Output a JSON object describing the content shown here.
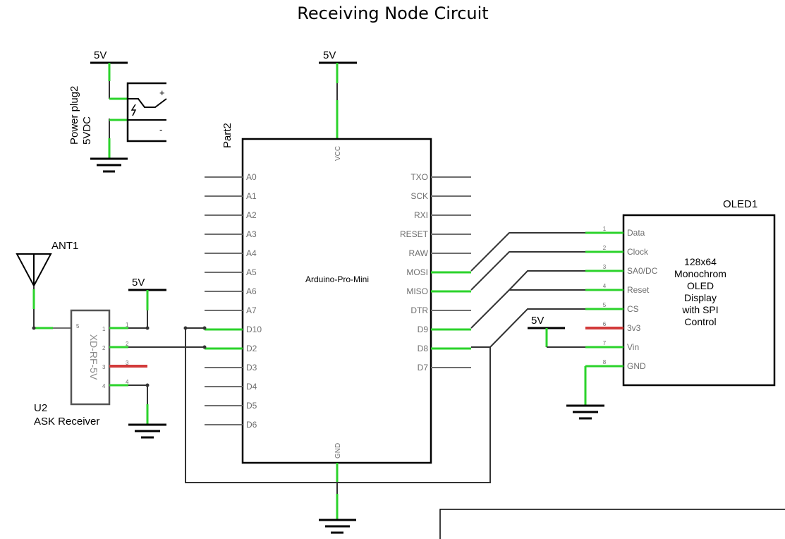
{
  "title": "Receiving Node Circuit",
  "colors": {
    "wire": "#333333",
    "pin": "#6e6e6e",
    "connected": "#2bd32b",
    "unconnected": "#d23a3a",
    "outline": "#000000"
  },
  "supply": {
    "five_volt": "5V"
  },
  "power_plug": {
    "name": "Power plug2",
    "value": "5VDC",
    "plus": "+",
    "minus": "-"
  },
  "arduino": {
    "name": "Part2",
    "value": "Arduino-Pro-Mini",
    "vcc": "VCC",
    "gnd": "GND",
    "left_pins": [
      "A0",
      "A1",
      "A2",
      "A3",
      "A4",
      "A5",
      "A6",
      "A7",
      "D10",
      "D2",
      "D3",
      "D4",
      "D5",
      "D6"
    ],
    "right_pins": [
      "TXO",
      "SCK",
      "RXI",
      "RESET",
      "RAW",
      "MOSI",
      "MISO",
      "DTR",
      "D9",
      "D8",
      "D7"
    ]
  },
  "antenna": {
    "name": "ANT1"
  },
  "receiver": {
    "name": "U2",
    "value": "ASK Receiver",
    "body_text": "XD-RF-5V",
    "pin_numbers": [
      "1",
      "2",
      "3",
      "4"
    ],
    "pin_letters": [
      "1",
      "2",
      "3",
      "4"
    ]
  },
  "oled": {
    "name": "OLED1",
    "description_lines": [
      "128x64",
      "Monochrom",
      "OLED",
      "Display",
      "with SPI",
      "Control"
    ],
    "pins": [
      {
        "num": "1",
        "label": "Data"
      },
      {
        "num": "2",
        "label": "Clock"
      },
      {
        "num": "3",
        "label": "SA0/DC"
      },
      {
        "num": "4",
        "label": "Reset"
      },
      {
        "num": "5",
        "label": "CS"
      },
      {
        "num": "6",
        "label": "3v3"
      },
      {
        "num": "7",
        "label": "Vin"
      },
      {
        "num": "8",
        "label": "GND"
      }
    ]
  }
}
